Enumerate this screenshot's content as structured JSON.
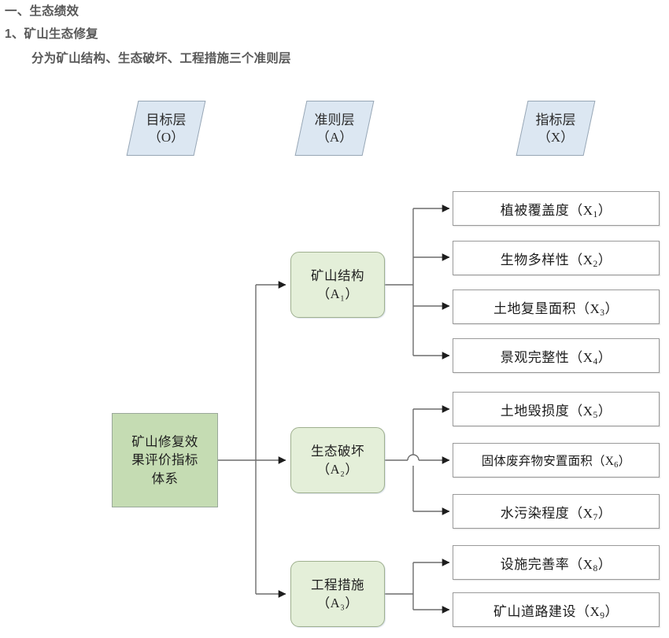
{
  "headings": {
    "line1": "一、生态绩效",
    "line2": "1、矿山生态修复",
    "line3": "分为矿山结构、生态破坏、工程措施三个准则层"
  },
  "layer_headers": [
    {
      "name": "goal-layer-header",
      "label": "目标层\n（O）"
    },
    {
      "name": "criteria-layer-header",
      "label": "准则层\n（A）"
    },
    {
      "name": "indicator-layer-header",
      "label": "指标层\n（X）"
    }
  ],
  "goal": {
    "label": "矿山修复效\n果评价指标\n体系"
  },
  "criteria": [
    {
      "id": "A1",
      "label": "矿山结构\n（A₁）"
    },
    {
      "id": "A2",
      "label": "生态破坏\n（A₂）"
    },
    {
      "id": "A3",
      "label": "工程措施\n（A₃）"
    }
  ],
  "indicators": [
    {
      "id": "X1",
      "parent": "A1",
      "text": "植被覆盖度（X",
      "sub": "1",
      "tail": "）"
    },
    {
      "id": "X2",
      "parent": "A1",
      "text": "生物多样性（X",
      "sub": "2",
      "tail": "）"
    },
    {
      "id": "X3",
      "parent": "A1",
      "text": "土地复垦面积（X",
      "sub": "3",
      "tail": "）"
    },
    {
      "id": "X4",
      "parent": "A1",
      "text": "景观完整性（X",
      "sub": "4",
      "tail": "）"
    },
    {
      "id": "X5",
      "parent": "A2",
      "text": "土地毁损度（X",
      "sub": "5",
      "tail": "）"
    },
    {
      "id": "X6",
      "parent": "A2",
      "text": "固体废弃物安置面积（X",
      "sub": "6",
      "tail": "）"
    },
    {
      "id": "X7",
      "parent": "A2",
      "text": "水污染程度（X",
      "sub": "7",
      "tail": "）"
    },
    {
      "id": "X8",
      "parent": "A3",
      "text": "设施完善率（X",
      "sub": "8",
      "tail": "）"
    },
    {
      "id": "X9",
      "parent": "A3",
      "text": "矿山道路建设（X",
      "sub": "9",
      "tail": "）"
    }
  ],
  "colors": {
    "goal_fill": "#c5dcb3",
    "criteria_fill": "#e4efd9",
    "indicator_fill": "#ffffff",
    "header_fill": "#dce7f2",
    "connector": "#6d6d6d",
    "heading_text": "#585858"
  }
}
